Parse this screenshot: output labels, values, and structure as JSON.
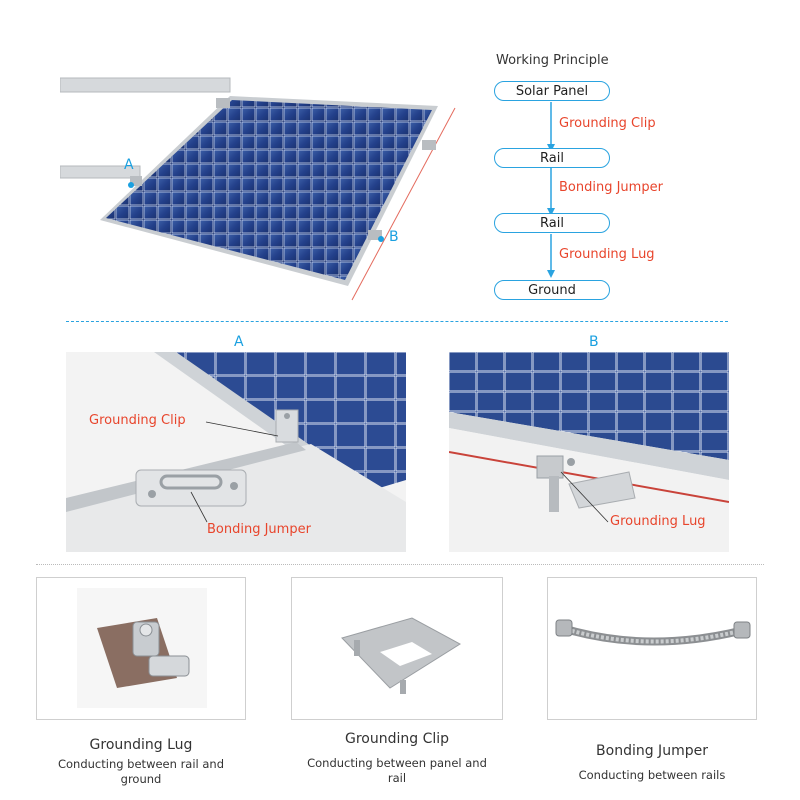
{
  "principle": {
    "title": "Working Principle",
    "nodes": [
      "Solar Panel",
      "Rail",
      "Rail",
      "Ground"
    ],
    "links": [
      "Grounding Clip",
      "Bonding Jumper",
      "Grounding Lug"
    ]
  },
  "markers": {
    "a": "A",
    "b": "B"
  },
  "details": {
    "a": {
      "letter": "A",
      "clip_callout": "Grounding Clip",
      "jumper_callout": "Bonding Jumper"
    },
    "b": {
      "letter": "B",
      "lug_callout": "Grounding Lug"
    }
  },
  "products": [
    {
      "name": "Grounding Lug",
      "desc": "Conducting between rail and ground"
    },
    {
      "name": "Grounding Clip",
      "desc": "Conducting between panel and rail"
    },
    {
      "name": "Bonding Jumper",
      "desc": "Conducting between rails"
    }
  ],
  "colors": {
    "accent_blue": "#2aa3e0",
    "callout_red": "#e8452c",
    "panel_blue": "#1f3d7a"
  }
}
